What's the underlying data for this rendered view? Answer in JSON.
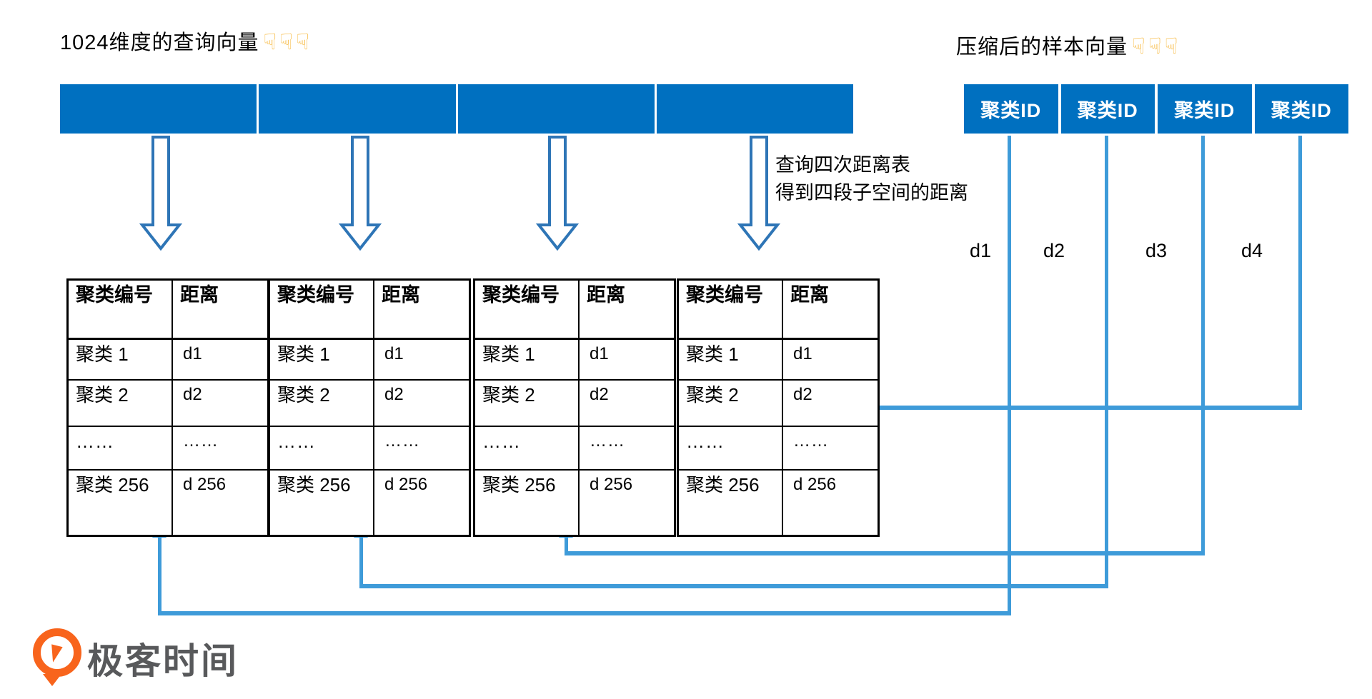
{
  "titles": {
    "left": "1024维度的查询向量",
    "right": "压缩后的样本向量",
    "pointer_emojis": "☟☟☟"
  },
  "query_vector": {
    "segment_count": 4
  },
  "sample_vector": {
    "cells": [
      "聚类ID",
      "聚类ID",
      "聚类ID",
      "聚类ID"
    ]
  },
  "annotation": {
    "line1": "查询四次距离表",
    "line2": "得到四段子空间的距离"
  },
  "distance_labels": [
    "d1",
    "d2",
    "d3",
    "d4"
  ],
  "distance_table": {
    "headers": [
      "聚类编号",
      "距离"
    ],
    "rows": [
      [
        "聚类 1",
        "d1"
      ],
      [
        "聚类 2",
        "d2"
      ],
      [
        "……",
        "……"
      ],
      [
        "聚类 256",
        "d 256"
      ]
    ]
  },
  "tables_count": 4,
  "logo": {
    "text": "极客时间"
  },
  "colors": {
    "bar_blue": "#0070C0",
    "connector_blue": "#3E9BD9",
    "arrow_outline_blue": "#2E75B6",
    "logo_orange": "#F8641C",
    "logo_text_gray": "#58595B",
    "emoji_yellow": "#F7B93E"
  }
}
